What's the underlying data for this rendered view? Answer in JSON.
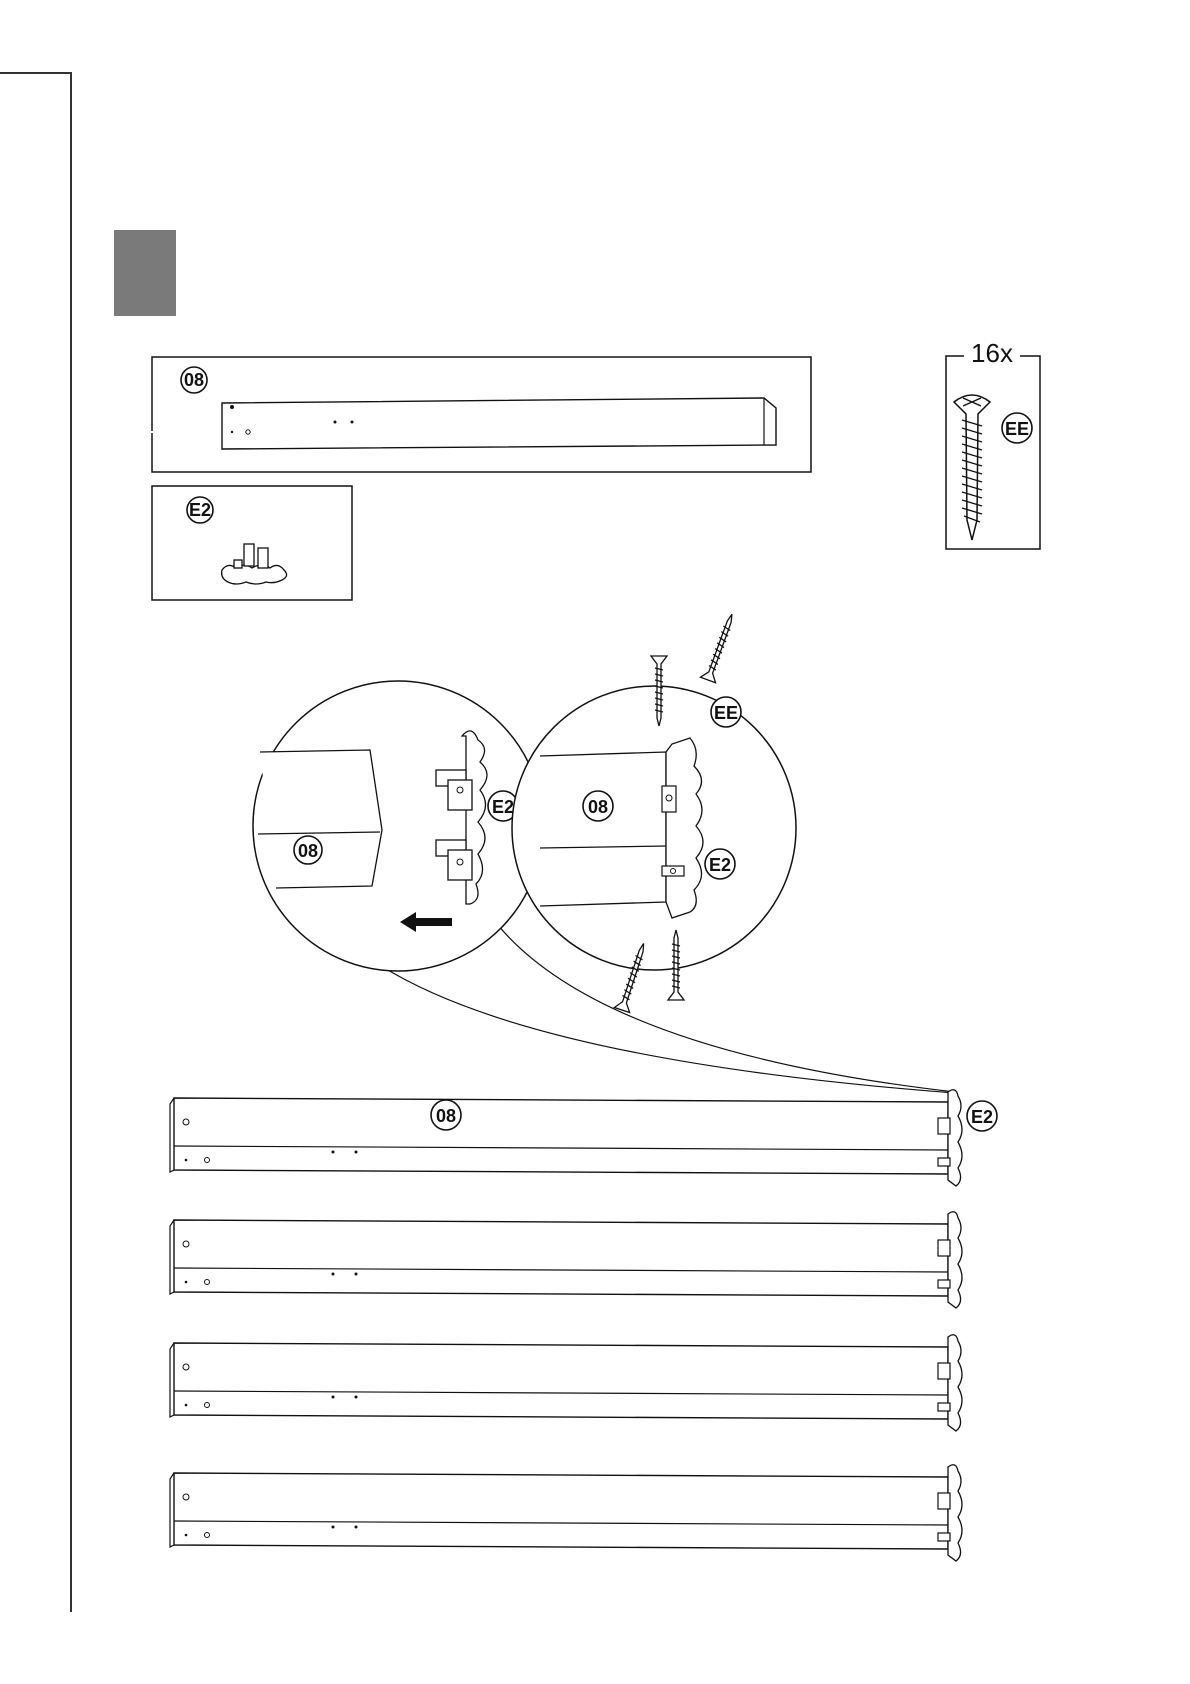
{
  "step": {
    "number": ""
  },
  "parts": {
    "beam_label": "08",
    "bracket_label": "E2",
    "screw_label": "EE",
    "screw_quantity": "16x"
  },
  "detail": {
    "left_bracket_label": "E2",
    "left_beam_label": "08",
    "right_beam_label": "08",
    "right_bracket_label": "E2",
    "right_screw_label": "EE"
  },
  "assembly": {
    "beam_label": "08",
    "bracket_label": "E2",
    "beam_count": 4
  }
}
